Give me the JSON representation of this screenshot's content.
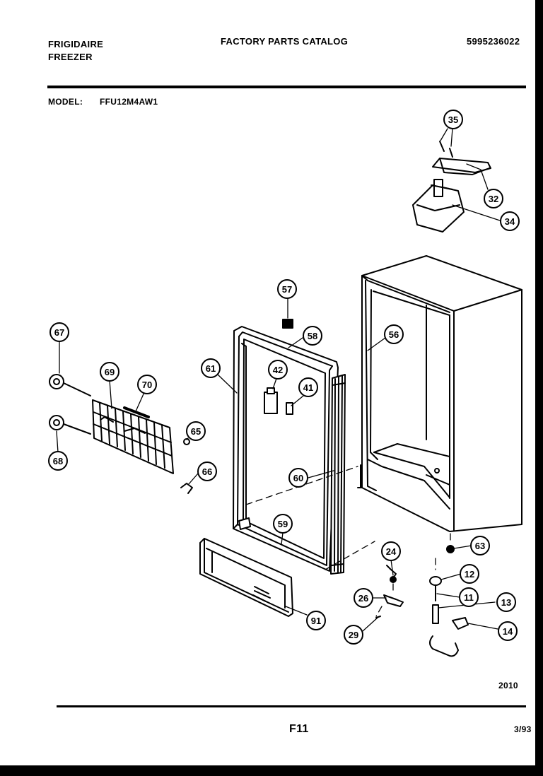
{
  "header": {
    "brand_line1": "FRIGIDAIRE",
    "brand_line2": "FREEZER",
    "catalog_title": "FACTORY PARTS CATALOG",
    "catalog_number": "5995236022",
    "model_label": "MODEL:",
    "model_number": "FFU12M4AW1"
  },
  "callouts": [
    "35",
    "32",
    "34",
    "57",
    "58",
    "56",
    "67",
    "69",
    "70",
    "61",
    "42",
    "41",
    "65",
    "66",
    "68",
    "60",
    "59",
    "24",
    "26",
    "29",
    "91",
    "63",
    "12",
    "11",
    "13",
    "14"
  ],
  "footer": {
    "diagram_code": "2010",
    "page": "F11",
    "date": "3/93"
  }
}
